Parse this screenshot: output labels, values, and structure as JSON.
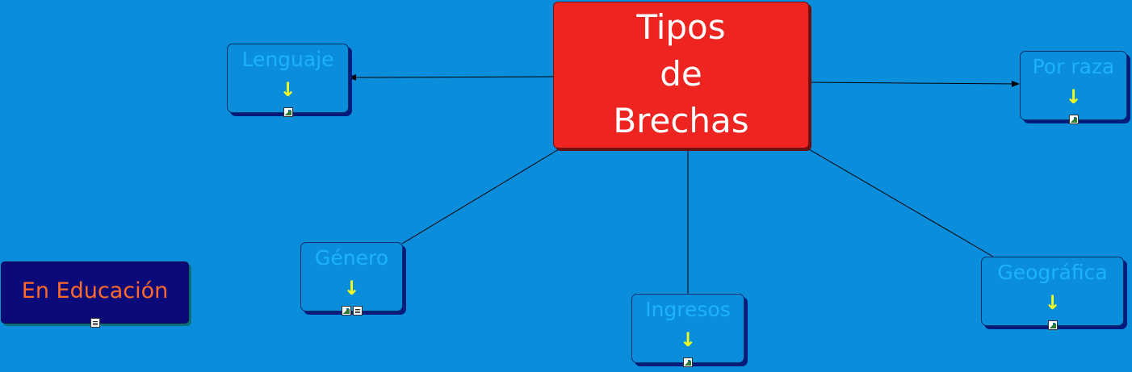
{
  "main": {
    "title_lines": [
      "Tipos",
      "de",
      "Brechas"
    ]
  },
  "nodes": {
    "lenguaje": {
      "label": "Lenguaje",
      "arrow": "↓"
    },
    "por_raza": {
      "label": "Por raza",
      "arrow": "↓"
    },
    "genero": {
      "label": "Género",
      "arrow": "↓"
    },
    "ingresos": {
      "label": "Ingresos",
      "arrow": "↓"
    },
    "geografica": {
      "label": "Geográfica",
      "arrow": "↓"
    },
    "educacion": {
      "label": "En Educación"
    }
  },
  "colors": {
    "background": "#0a8ddb",
    "main_fill": "#ee2420",
    "node_text": "#1cb2ff",
    "arrow": "#f4ff1e",
    "educacion_fill": "#0a0a78",
    "educacion_text": "#ff6a2a"
  },
  "icons": [
    "image-resource-icon",
    "document-resource-icon",
    "down-arrow-icon"
  ]
}
